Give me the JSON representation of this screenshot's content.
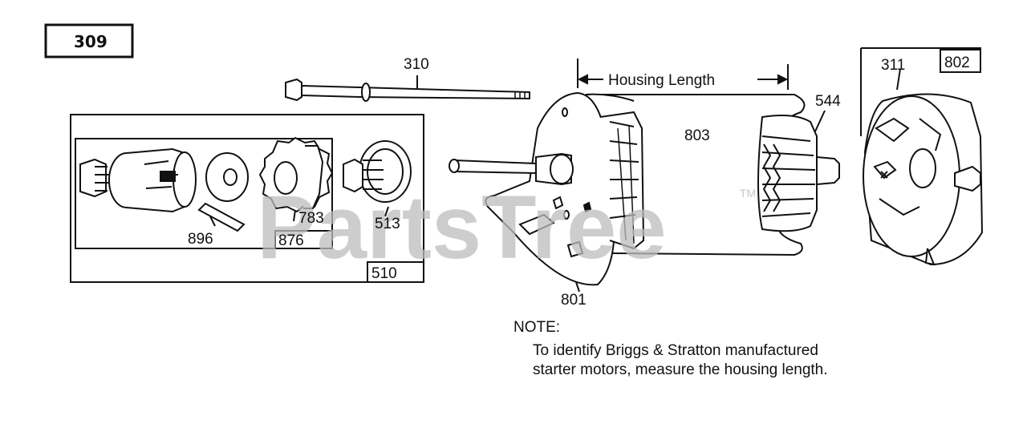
{
  "diagram_title": "309",
  "watermark": {
    "text": "PartsTree",
    "mark": "TM"
  },
  "labels": {
    "bolt": "310",
    "housing_length": "Housing Length",
    "cover_assembly": "311",
    "cover_box": "802",
    "armature": "544",
    "housing": "803",
    "end_plate": "801",
    "drive_box": "510",
    "pin": "896",
    "gear_box": "876",
    "gear": "783",
    "drive_spring": "513"
  },
  "note": {
    "heading": "NOTE:",
    "line1": "To identify Briggs & Stratton manufactured",
    "line2": "starter motors, measure the housing length."
  },
  "colors": {
    "ink": "#111111",
    "watermark": "#bdbdbd"
  }
}
